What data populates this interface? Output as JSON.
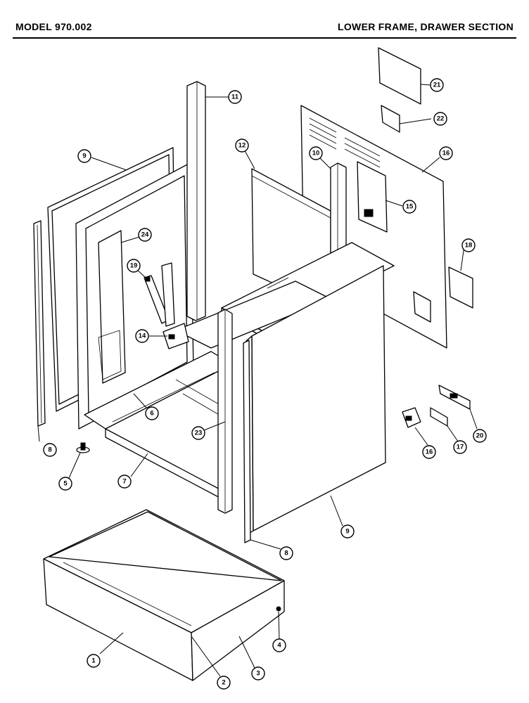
{
  "header": {
    "model": "MODEL 970.002",
    "section_title": "LOWER FRAME, DRAWER SECTION"
  },
  "diagram": {
    "callouts": [
      {
        "label": "1"
      },
      {
        "label": "2"
      },
      {
        "label": "3"
      },
      {
        "label": "4"
      },
      {
        "label": "5"
      },
      {
        "label": "6"
      },
      {
        "label": "7"
      },
      {
        "label": "8"
      },
      {
        "label": "8"
      },
      {
        "label": "9"
      },
      {
        "label": "9"
      },
      {
        "label": "10"
      },
      {
        "label": "11"
      },
      {
        "label": "12"
      },
      {
        "label": "14"
      },
      {
        "label": "15"
      },
      {
        "label": "16"
      },
      {
        "label": "16"
      },
      {
        "label": "17"
      },
      {
        "label": "18"
      },
      {
        "label": "19"
      },
      {
        "label": "20"
      },
      {
        "label": "21"
      },
      {
        "label": "22"
      },
      {
        "label": "23"
      },
      {
        "label": "24"
      }
    ]
  }
}
